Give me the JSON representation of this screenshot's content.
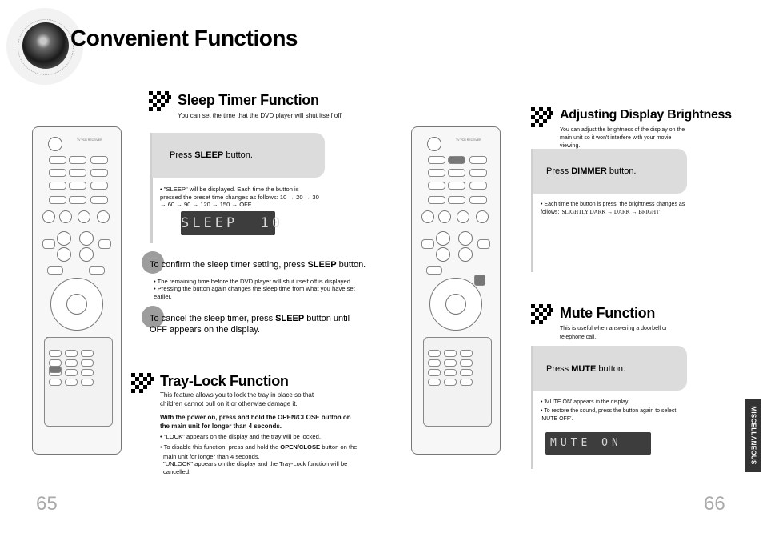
{
  "header": {
    "title": "Convenient Functions"
  },
  "sleep": {
    "title": "Sleep Timer Function",
    "desc": "You can set the time that the DVD player will shut itself off.",
    "press_prefix": "Press ",
    "press_key": "SLEEP",
    "press_suffix": " button.",
    "note1": "\"SLEEP\" will be displayed. Each time the button is pressed the preset time changes as follows: 10 → 20 → 30 → 60 → 90 → 120 → 150 → OFF.",
    "lcd": "SLEEP  10",
    "step2_prefix": "To confirm the sleep timer setting, press ",
    "step2_key": "SLEEP",
    "step2_suffix": " button.",
    "note2a": "The remaining time before the DVD player will shut itself off is displayed.",
    "note2b": "Pressing the button again changes the sleep time from what you have set earlier.",
    "step3_prefix": "To cancel the sleep timer, press ",
    "step3_key": "SLEEP",
    "step3_suffix": " button until OFF appears on the display."
  },
  "traylock": {
    "title": "Tray-Lock Function",
    "desc": "This feature allows you to lock the tray in place so that children cannot pull on it or otherwise damage it.",
    "bold": "With the power on, press and hold the OPEN/CLOSE button on the main unit for longer than 4 seconds.",
    "note1": "\"LOCK\" appears on the display and the tray will be locked.",
    "note2_prefix": "To disable this function, press and hold the ",
    "note2_key": "OPEN/CLOSE",
    "note2_suffix": " button on the",
    "note2_line2": "main unit for longer than 4 seconds.",
    "note2_line3": "\"UNLOCK\" appears on the display and the Tray-Lock function will be cancelled."
  },
  "brightness": {
    "title": "Adjusting Display Brightness",
    "desc": "You can adjust the brightness of the display on the main unit so it won't interfere with your movie viewing.",
    "press_prefix": "Press ",
    "press_key": "DIMMER",
    "press_suffix": " button.",
    "note_prefix": "Each time the button is press, the brightness changes as follows: ",
    "note_levels": "'SLIGHTLY DARK → DARK → BRIGHT'."
  },
  "mute": {
    "title": "Mute Function",
    "desc": "This is useful when answering a doorbell or telephone call.",
    "press_prefix": "Press ",
    "press_key": "MUTE",
    "press_suffix": " button.",
    "note1": "'MUTE ON' appears in the display.",
    "note2": "To restore the sound, press the button again to select 'MUTE OFF'.",
    "lcd": "MUTE ON"
  },
  "side_tab": "MISCELLANEOUS",
  "pages": {
    "left": "65",
    "right": "66"
  },
  "colors": {
    "press_box": "#dcdcdc",
    "lcd_bg": "#3d3d3d",
    "step_circle": "#9d9d9d",
    "page_num": "#aaaaaa",
    "side_tab": "#333333"
  },
  "icons": [
    "speaker-icon",
    "checker-pattern-icon",
    "remote-control-illustration"
  ]
}
